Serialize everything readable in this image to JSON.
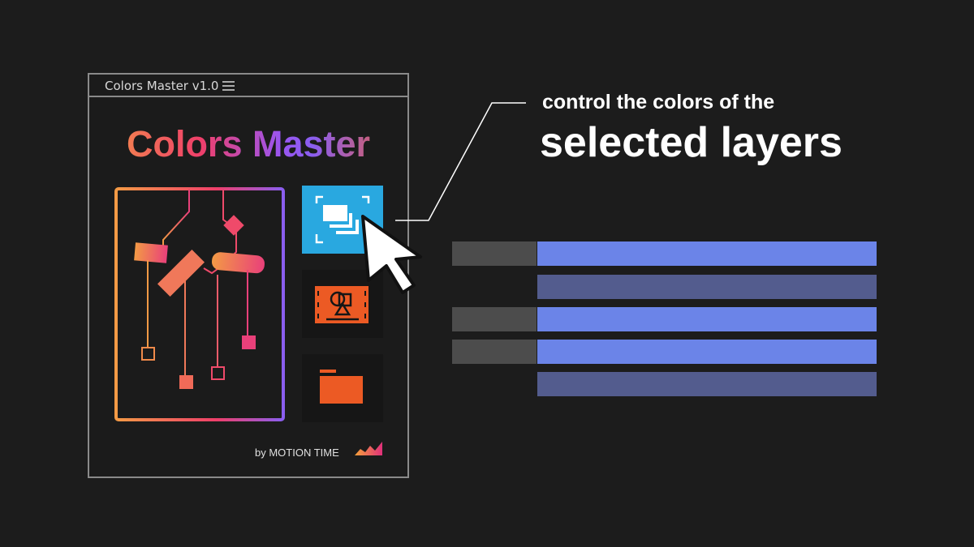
{
  "panel": {
    "title": "Colors Master v1.0",
    "heading": "Colors Master",
    "footer": "by MOTION TIME",
    "menu_icon": "hamburger-icon"
  },
  "buttons": [
    {
      "name": "select-layers",
      "icon": "layers-select-icon",
      "color": "#29a8e0",
      "active": true
    },
    {
      "name": "shapes-footage",
      "icon": "film-shapes-icon",
      "color": "#ec5a24"
    },
    {
      "name": "folder",
      "icon": "folder-icon",
      "color": "#ec5a24"
    }
  ],
  "callout": {
    "line1": "control the colors of the",
    "line2": "selected layers"
  },
  "layers": [
    {
      "selected": true,
      "color": "#6b84e8"
    },
    {
      "selected": false,
      "color": "#535c8e"
    },
    {
      "selected": true,
      "color": "#6b84e8"
    },
    {
      "selected": true,
      "color": "#6b84e8"
    },
    {
      "selected": false,
      "color": "#535c8e"
    }
  ]
}
